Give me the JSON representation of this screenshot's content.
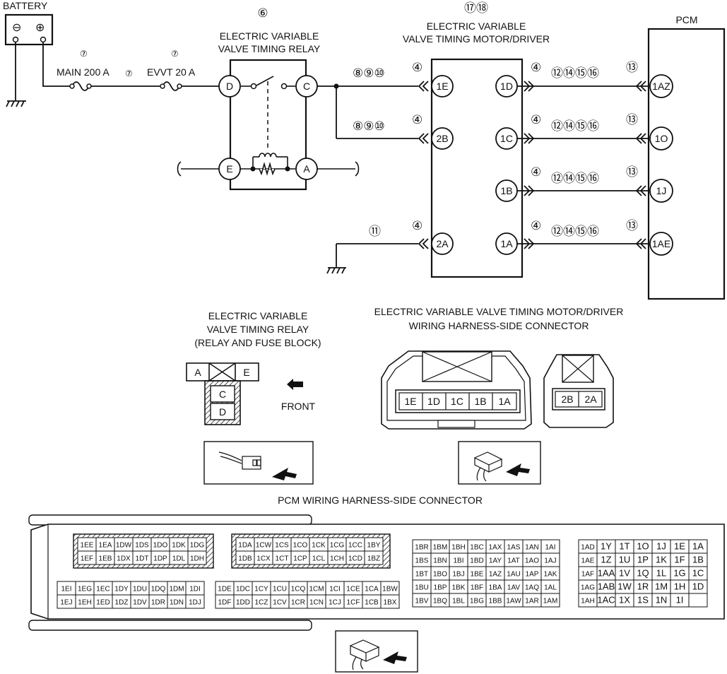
{
  "schematic": {
    "battery": {
      "label": "BATTERY",
      "minus": "⊖",
      "plus": "⊕"
    },
    "pcm_label": "PCM",
    "relay_num": "⑥",
    "relay_title": [
      "ELECTRIC VARIABLE",
      "VALVE TIMING RELAY"
    ],
    "motor_nums": "⑰⑱",
    "motor_title": [
      "ELECTRIC VARIABLE",
      "VALVE TIMING MOTOR/DRIVER"
    ],
    "fuses": [
      {
        "num": "⑦",
        "label": "MAIN 200 A"
      },
      {
        "num": "⑦",
        "label": ""
      },
      {
        "num": "⑦",
        "label": "EVVT 20 A"
      }
    ],
    "relay_pins": [
      "D",
      "C",
      "E",
      "A"
    ],
    "motor_left_pins": [
      "1E",
      "2B",
      "2A"
    ],
    "motor_right_pins": [
      "1D",
      "1C",
      "1B",
      "1A"
    ],
    "pcm_pins": [
      "1AZ",
      "1O",
      "1J",
      "1AE"
    ],
    "wire_nums": {
      "in_a": "⑧⑨⑩",
      "in_b": "⑧⑨⑩",
      "in_c": "⑪",
      "out": "⑫⑭⑮⑯",
      "conn": "④",
      "pcm": "⑬"
    }
  },
  "relay_connector": {
    "title": [
      "ELECTRIC VARIABLE",
      "VALVE TIMING RELAY",
      "(RELAY AND FUSE BLOCK)"
    ],
    "pins_top": [
      "A",
      "E"
    ],
    "pins_stack": [
      "C",
      "D"
    ],
    "front": "FRONT"
  },
  "motor_connector": {
    "title": [
      "ELECTRIC VARIABLE VALVE TIMING MOTOR/DRIVER",
      "WIRING HARNESS-SIDE CONNECTOR"
    ],
    "pins_main": [
      "1E",
      "1D",
      "1C",
      "1B",
      "1A"
    ],
    "pins_small": [
      "2B",
      "2A"
    ]
  },
  "pcm_connector": {
    "title": "PCM WIRING HARNESS-SIDE CONNECTOR",
    "g1": [
      [
        "1EE",
        "1EA",
        "1DW",
        "1DS",
        "1DO",
        "1DK",
        "1DG"
      ],
      [
        "1EF",
        "1EB",
        "1DX",
        "1DT",
        "1DP",
        "1DL",
        "1DH"
      ]
    ],
    "g2": [
      [
        "1DA",
        "1CW",
        "1CS",
        "1CO",
        "1CK",
        "1CG",
        "1CC",
        "1BY"
      ],
      [
        "1DB",
        "1CX",
        "1CT",
        "1CP",
        "1CL",
        "1CH",
        "1CD",
        "1BZ"
      ]
    ],
    "g3": [
      [
        "1EI",
        "1EG",
        "1EC",
        "1DY",
        "1DU",
        "1DQ",
        "1DM",
        "1DI"
      ],
      [
        "1EJ",
        "1EH",
        "1ED",
        "1DZ",
        "1DV",
        "1DR",
        "1DN",
        "1DJ"
      ]
    ],
    "g4": [
      [
        "1DE",
        "1DC",
        "1CY",
        "1CU",
        "1CQ",
        "1CM",
        "1CI",
        "1CE",
        "1CA",
        "1BW"
      ],
      [
        "1DF",
        "1DD",
        "1CZ",
        "1CV",
        "1CR",
        "1CN",
        "1CJ",
        "1CF",
        "1CB",
        "1BX"
      ]
    ],
    "g5": [
      [
        "1BR",
        "1BM",
        "1BH",
        "1BC",
        "1AX",
        "1AS",
        "1AN",
        "1AI"
      ],
      [
        "1BS",
        "1BN",
        "1BI",
        "1BD",
        "1AY",
        "1AT",
        "1AO",
        "1AJ"
      ],
      [
        "1BT",
        "1BO",
        "1BJ",
        "1BE",
        "1AZ",
        "1AU",
        "1AP",
        "1AK"
      ],
      [
        "1BU",
        "1BP",
        "1BK",
        "1BF",
        "1BA",
        "1AV",
        "1AQ",
        "1AL"
      ],
      [
        "1BV",
        "1BQ",
        "1BL",
        "1BG",
        "1BB",
        "1AW",
        "1AR",
        "1AM"
      ]
    ],
    "g6": [
      [
        "1AD",
        "1Y",
        "1T",
        "1O",
        "1J",
        "1E",
        "1A"
      ],
      [
        "1AE",
        "1Z",
        "1U",
        "1P",
        "1K",
        "1F",
        "1B"
      ],
      [
        "1AF",
        "1AA",
        "1V",
        "1Q",
        "1L",
        "1G",
        "1C"
      ],
      [
        "1AG",
        "1AB",
        "1W",
        "1R",
        "1M",
        "1H",
        "1D"
      ],
      [
        "1AH",
        "1AC",
        "1X",
        "1S",
        "1N",
        "1I",
        ""
      ]
    ]
  }
}
